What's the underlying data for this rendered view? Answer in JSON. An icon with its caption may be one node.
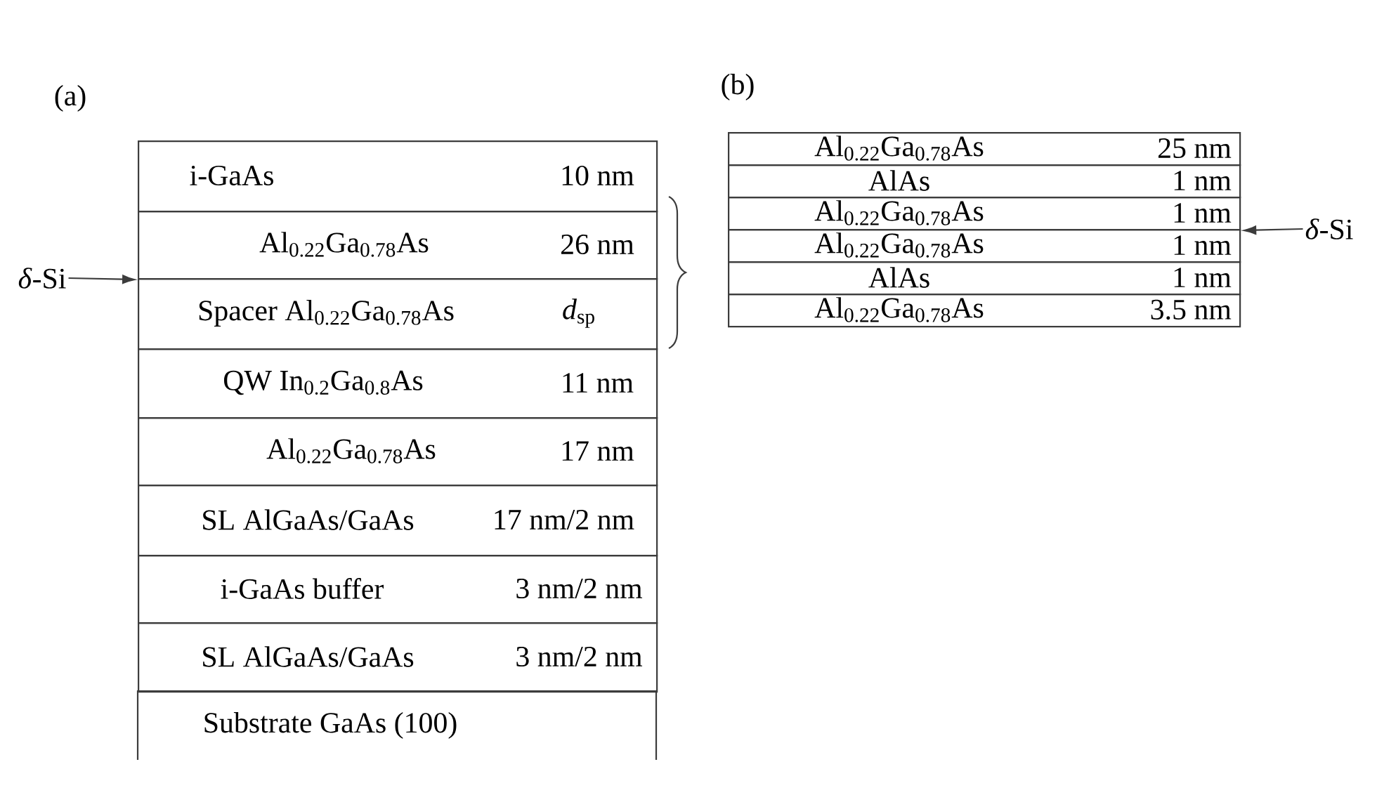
{
  "diagram": {
    "nodes": [
      {
        "text": [
          "i-GaAs",
          "10 nm"
        ]
      },
      {
        "text": [
          "Al$_{0.22}$Ga$_{0.78}$As",
          "26 nm"
        ]
      },
      {
        "text": [
          "Spacer Al$_{0.22}$Ga$_{0.78}$As",
          "*d*$_{sp}$"
        ]
      },
      {
        "text": [
          "QW In$_{0.2}$Ga$_{0.8}$As",
          "11 nm"
        ]
      },
      {
        "text": [
          "Al$_{0.22}$Ga$_{0.78}$As",
          "17 nm"
        ]
      },
      {
        "text": [
          "SL AlGaAs/GaAs",
          "17 nm/2 nm"
        ]
      },
      {
        "text": [
          "i-GaAs buffer",
          "3 nm/2 nm"
        ]
      },
      {
        "text": [
          "SL AlGaAs/GaAs",
          "3 nm/2 nm"
        ]
      },
      {
        "text": [
          "Substrate GaAs (100)"
        ]
      },
      {
        "text": [
          "*δ*-Si"
        ]
      },
      {
        "text": [
          "Al$_{0.22}$Ga$_{0.78}$As",
          "25 nm"
        ]
      },
      {
        "text": [
          "AlAs",
          "1 nm"
        ]
      },
      {
        "text": [
          "Al$_{0.22}$Ga$_{0.78}$As",
          "1 nm"
        ]
      },
      {
        "text": [
          "Al$_{0.22}$Ga$_{0.78}$As",
          "1 nm"
        ]
      },
      {
        "text": [
          "AlAs",
          "1 nm"
        ]
      },
      {
        "text": [
          "Al$_{0.22}$Ga$_{0.78}$As",
          "3.5 nm"
        ]
      },
      {
        "text": [
          "*δ*-Si"
        ]
      }
    ],
    "edges": [
      {
        "from": 9,
        "to": 1,
        "arrow": "to"
      },
      {
        "from": 16,
        "to": 12,
        "arrow": "to"
      }
    ],
    "labels": [
      "(a)",
      "(b)"
    ]
  }
}
